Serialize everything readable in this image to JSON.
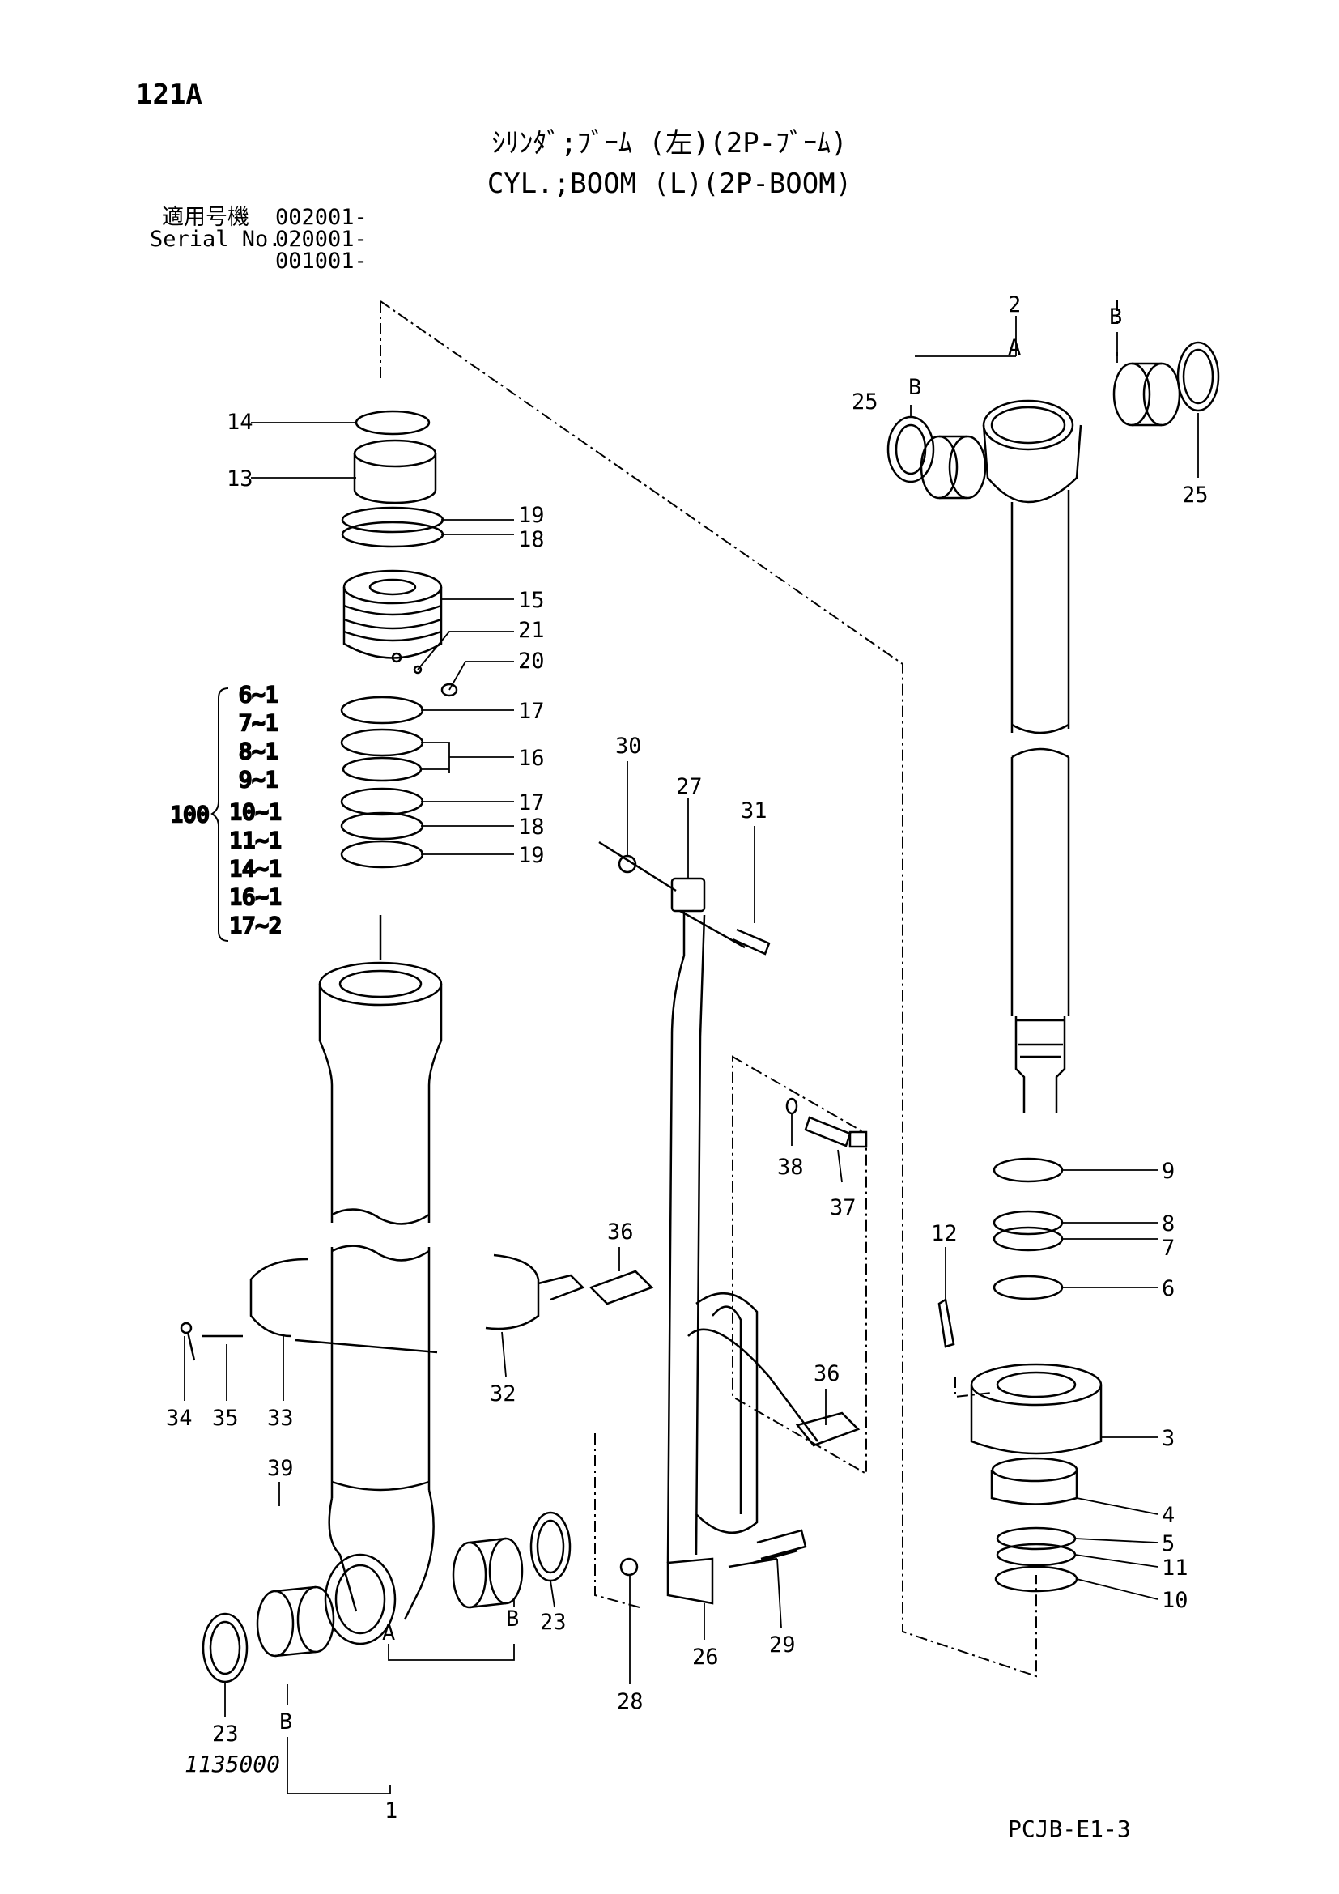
{
  "header": {
    "page_code": "121A",
    "title_jp": "ｼﾘﾝﾀﾞ;ﾌﾞｰﾑ (左)(2P-ﾌﾞｰﾑ)",
    "title_en": "CYL.;BOOM (L)(2P-BOOM)",
    "serial_label_jp": "適用号機",
    "serial_label_en": "Serial No.",
    "serial_numbers": [
      "002001-",
      "020001-",
      "001001-"
    ]
  },
  "kit": {
    "number": "100",
    "contents": [
      "6~1",
      "7~1",
      "8~1",
      "9~1",
      "10~1",
      "11~1",
      "14~1",
      "16~1",
      "17~2"
    ]
  },
  "callouts": [
    {
      "id": "c14",
      "label": "14"
    },
    {
      "id": "c13",
      "label": "13"
    },
    {
      "id": "c19a",
      "label": "19"
    },
    {
      "id": "c18a",
      "label": "18"
    },
    {
      "id": "c15",
      "label": "15"
    },
    {
      "id": "c21",
      "label": "21"
    },
    {
      "id": "c20",
      "label": "20"
    },
    {
      "id": "c17a",
      "label": "17"
    },
    {
      "id": "c16",
      "label": "16"
    },
    {
      "id": "c17b",
      "label": "17"
    },
    {
      "id": "c18b",
      "label": "18"
    },
    {
      "id": "c19b",
      "label": "19"
    },
    {
      "id": "c30",
      "label": "30"
    },
    {
      "id": "c27",
      "label": "27"
    },
    {
      "id": "c31",
      "label": "31"
    },
    {
      "id": "c2",
      "label": "2"
    },
    {
      "id": "cA2",
      "label": "A"
    },
    {
      "id": "cB2a",
      "label": "B"
    },
    {
      "id": "cB2b",
      "label": "B"
    },
    {
      "id": "c25a",
      "label": "25"
    },
    {
      "id": "c25b",
      "label": "25"
    },
    {
      "id": "c38",
      "label": "38"
    },
    {
      "id": "c37",
      "label": "37"
    },
    {
      "id": "c9",
      "label": "9"
    },
    {
      "id": "c8",
      "label": "8"
    },
    {
      "id": "c7",
      "label": "7"
    },
    {
      "id": "c12",
      "label": "12"
    },
    {
      "id": "c6",
      "label": "6"
    },
    {
      "id": "c36a",
      "label": "36"
    },
    {
      "id": "c36b",
      "label": "36"
    },
    {
      "id": "c34",
      "label": "34"
    },
    {
      "id": "c35",
      "label": "35"
    },
    {
      "id": "c33",
      "label": "33"
    },
    {
      "id": "c32",
      "label": "32"
    },
    {
      "id": "c39",
      "label": "39"
    },
    {
      "id": "c3",
      "label": "3"
    },
    {
      "id": "c4",
      "label": "4"
    },
    {
      "id": "c5",
      "label": "5"
    },
    {
      "id": "c11",
      "label": "11"
    },
    {
      "id": "c10",
      "label": "10"
    },
    {
      "id": "c23a",
      "label": "23"
    },
    {
      "id": "cB1a",
      "label": "B"
    },
    {
      "id": "cA1",
      "label": "A"
    },
    {
      "id": "c29",
      "label": "29"
    },
    {
      "id": "c28",
      "label": "28"
    },
    {
      "id": "c26",
      "label": "26"
    },
    {
      "id": "cB1b",
      "label": "B"
    },
    {
      "id": "c23b",
      "label": "23"
    },
    {
      "id": "c1",
      "label": "1"
    }
  ],
  "footer": {
    "drawing_no": "1135000",
    "sheet_code": "PCJB-E1-3"
  }
}
